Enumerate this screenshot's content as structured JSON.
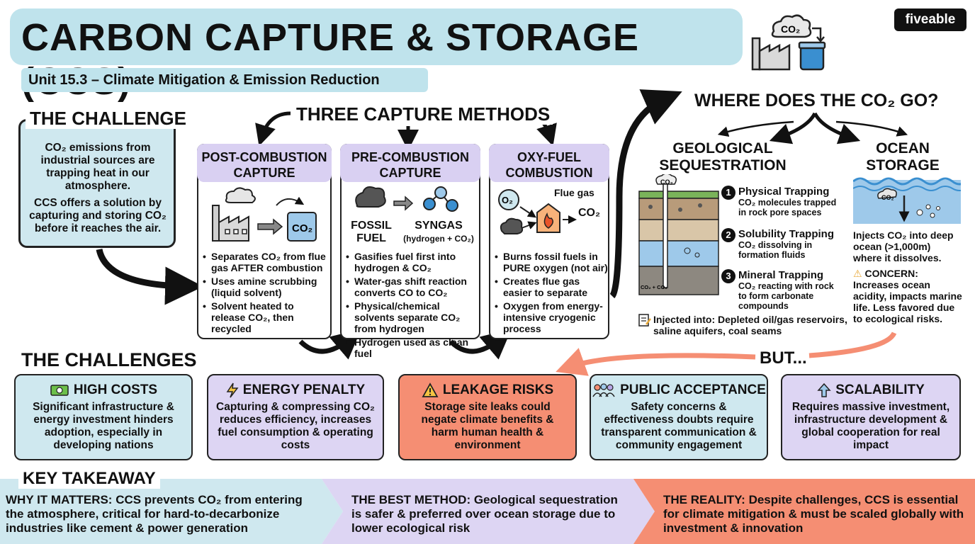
{
  "header": {
    "title": "CARBON CAPTURE & STORAGE (CCS)",
    "subtitle": "Unit 15.3 – Climate Mitigation & Emission Reduction",
    "logo": "fiveable",
    "icon_co2": "CO₂"
  },
  "challenge": {
    "label": "THE CHALLENGE",
    "p1": "CO₂ emissions from industrial sources are trapping heat in our atmosphere.",
    "p2": "CCS offers a solution by capturing and storing CO₂ before it reaches the air."
  },
  "methods": {
    "title": "THREE CAPTURE METHODS",
    "post": {
      "title_line1": "POST-COMBUSTION",
      "title_line2": "CAPTURE",
      "icon_label": "CO₂",
      "bullets": [
        "Separates CO₂ from flue gas AFTER combustion",
        "Uses amine scrubbing (liquid solvent)",
        "Solvent heated to release CO₂, then recycled"
      ]
    },
    "pre": {
      "title_line1": "PRE-COMBUSTION",
      "title_line2": "CAPTURE",
      "fossil_line1": "FOSSIL",
      "fossil_line2": "FUEL",
      "syngas": "SYNGAS",
      "syngas_sub": "(hydrogen + CO₂)",
      "bullets": [
        "Gasifies fuel first into hydrogen & CO₂",
        "Water-gas shift reaction converts CO to CO₂",
        "Physical/chemical solvents separate CO₂ from hydrogen",
        "Hydrogen used as clean fuel"
      ]
    },
    "oxy": {
      "title_line1": "OXY-FUEL",
      "title_line2": "COMBUSTION",
      "o2": "O₂",
      "flue_gas": "Flue gas",
      "co2": "CO₂",
      "bullets": [
        "Burns fossil fuels in PURE oxygen (not air)",
        "Creates flue gas easier to separate",
        "Oxygen from energy-intensive cryogenic process"
      ]
    }
  },
  "storage": {
    "title": "WHERE DOES THE CO₂ GO?",
    "geo_line1": "GEOLOGICAL",
    "geo_line2": "SEQUESTRATION",
    "ocean_line1": "OCEAN",
    "ocean_line2": "STORAGE",
    "well_co2": "CO₂",
    "reaction": "CO₂ + CO₂",
    "traps": [
      {
        "num": "1",
        "title": "Physical Trapping",
        "desc_line1": "CO₂ molecules trapped",
        "desc_line2": "in rock pore spaces",
        "desc_line3": ""
      },
      {
        "num": "2",
        "title": "Solubility Trapping",
        "desc_line1": "CO₂ dissolving in",
        "desc_line2": "formation fluids",
        "desc_line3": ""
      },
      {
        "num": "3",
        "title": "Mineral Trapping",
        "desc_line1": "CO₂ reacting with rock",
        "desc_line2": "to form carbonate",
        "desc_line3": "compounds"
      }
    ],
    "injected_line1": "Injected into: Depleted oil/gas reservoirs,",
    "injected_line2": "saline aquifers, coal seams",
    "ocean_icon_co2": "CO₂",
    "ocean_desc": "Injects CO₂ into deep ocean (>1,000m) where it dissolves.",
    "concern_label": "CONCERN:",
    "concern_desc": "Increases ocean acidity, impacts marine life. Less favored due to ecological risks."
  },
  "challenges": {
    "label": "THE CHALLENGES",
    "but": "BUT...",
    "cards": [
      {
        "title": "HIGH COSTS",
        "desc": "Significant infrastructure & energy investment hinders adoption, especially in developing nations",
        "color": "#cfe8ef"
      },
      {
        "title": "ENERGY PENALTY",
        "desc": "Capturing & compressing CO₂ reduces efficiency, increases fuel consumption & operating costs",
        "color": "#ddd5f3"
      },
      {
        "title": "LEAKAGE RISKS",
        "desc": "Storage site leaks could negate climate benefits & harm human health & environment",
        "color": "#f58e73"
      },
      {
        "title": "PUBLIC ACCEPTANCE",
        "desc": "Safety concerns & effectiveness doubts require transparent communication & community engagement",
        "color": "#cfe8ef"
      },
      {
        "title": "SCALABILITY",
        "desc": "Requires massive investment, infrastructure development & global cooperation for real impact",
        "color": "#ddd5f3"
      }
    ]
  },
  "takeaway": {
    "label": "KEY TAKEAWAY",
    "why": "WHY IT MATTERS: CCS prevents CO₂ from entering the atmosphere, critical for hard-to-decarbonize industries like cement & power generation",
    "best": "THE BEST METHOD: Geological sequestration is safer & preferred over ocean storage due to lower ecological risk",
    "reality": "THE REALITY: Despite challenges, CCS is essential for climate mitigation & must be scaled globally with investment & innovation"
  },
  "colors": {
    "teal": "#bfe3ec",
    "lavender": "#d9d0f2",
    "coral": "#f58e73",
    "dark": "#111111"
  }
}
